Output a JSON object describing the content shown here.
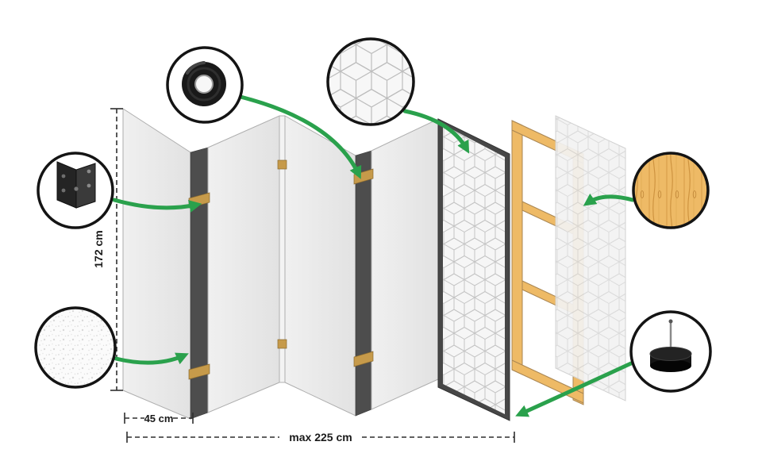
{
  "dimensions": {
    "height": "172 cm",
    "panel_width": "45 cm",
    "max_width": "max 225 cm"
  },
  "callouts": {
    "tape": "adhesive-tape",
    "bracket": "mounting-bracket",
    "texture": "nonwoven-texture",
    "pattern": "geometric-print-detail",
    "wood": "pine-wood-frame",
    "foot": "floor-protector-foot"
  },
  "colors": {
    "arrow-green": "#2aa14c",
    "panel-light": "#e9e9e9",
    "panel-dark-edge": "#4d4d4d",
    "hinge-gold": "#c69a4a",
    "wood-fill": "#eeba66",
    "dimension-line": "#2f2f2f"
  }
}
